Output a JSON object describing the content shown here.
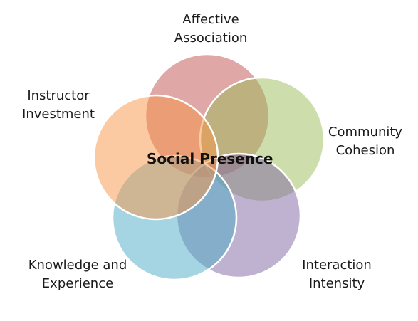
{
  "diagram": {
    "center_label": "Social Presence",
    "circles": [
      {
        "name": "affective-association",
        "color": "#c0504d",
        "lines": [
          "Affective",
          "Association"
        ]
      },
      {
        "name": "community-cohesion",
        "color": "#9bbb59",
        "lines": [
          "Community",
          "Cohesion"
        ]
      },
      {
        "name": "interaction-intensity",
        "color": "#8064a2",
        "lines": [
          "Interaction",
          "Intensity"
        ]
      },
      {
        "name": "knowledge-and-experience",
        "color": "#4bacc6",
        "lines": [
          "Knowledge and",
          "Experience"
        ]
      },
      {
        "name": "instructor-investment",
        "color": "#f79646",
        "lines": [
          "Instructor",
          "Investment"
        ]
      }
    ]
  }
}
